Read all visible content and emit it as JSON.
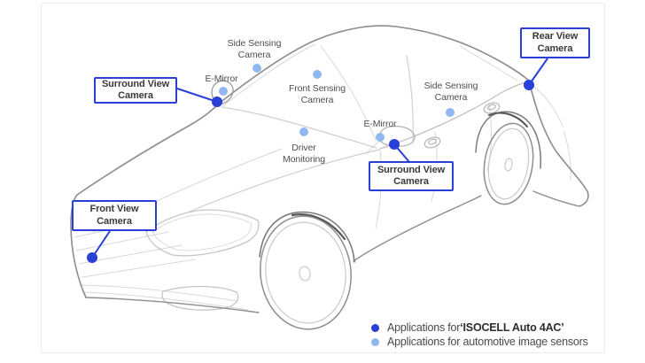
{
  "plain_callouts": [
    {
      "label": "Side Sensing\nCamera",
      "dot": "image_sensor"
    },
    {
      "label": "E-Mirror",
      "dot": "image_sensor"
    },
    {
      "label": "Front Sensing\nCamera",
      "dot": "image_sensor"
    },
    {
      "label": "Driver\nMonitoring",
      "dot": "image_sensor"
    },
    {
      "label": "E-Mirror",
      "dot": "image_sensor"
    },
    {
      "label": "Side Sensing\nCamera",
      "dot": "image_sensor"
    }
  ],
  "boxed_callouts": [
    {
      "label": "Surround View\nCamera",
      "dot": "auto4ac"
    },
    {
      "label": "Surround View\nCamera",
      "dot": "auto4ac"
    },
    {
      "label": "Rear View\nCamera",
      "dot": "auto4ac"
    },
    {
      "label": "Front View\nCamera",
      "dot": "auto4ac"
    }
  ],
  "legend": {
    "items": [
      {
        "prefix": "Applications for ",
        "emphasis": "‘ISOCELL Auto 4AC’"
      },
      {
        "prefix": "Applications for automotive image sensors",
        "emphasis": ""
      }
    ]
  },
  "colors": {
    "accent_blue": "#2a3fd6",
    "light_blue": "#8fb8f0",
    "label_gray": "#4f4f4f",
    "box_text": "#3a3a3a",
    "car_outline": "#8d8d8d"
  }
}
